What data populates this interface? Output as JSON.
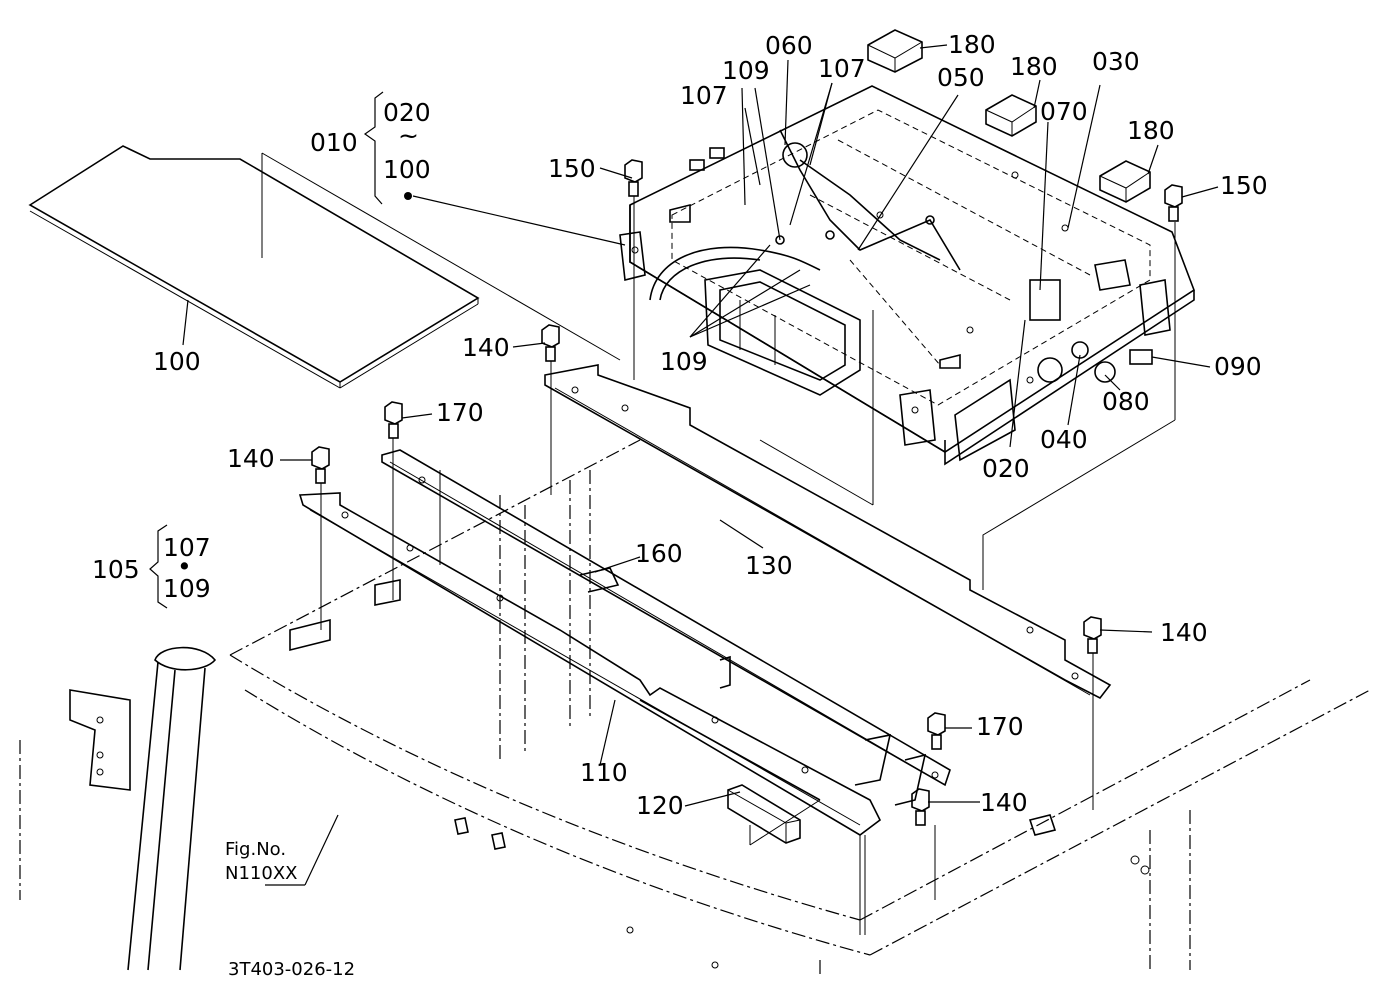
{
  "callouts": {
    "c010": "010",
    "c020a": "020",
    "tilde": "~",
    "c100a": "100",
    "c100b": "100",
    "c180a": "180",
    "c180b": "180",
    "c180c": "180",
    "c060": "060",
    "c107a": "107",
    "c107b": "107",
    "c109a": "109",
    "c109b": "109",
    "c050": "050",
    "c070": "070",
    "c030": "030",
    "c150a": "150",
    "c150b": "150",
    "c140a": "140",
    "c140b": "140",
    "c140c": "140",
    "c140d": "140",
    "c170a": "170",
    "c170b": "170",
    "c090": "090",
    "c080": "080",
    "c040": "040",
    "c020b": "020",
    "c130": "130",
    "c160": "160",
    "c105": "105",
    "c107c": "107",
    "dot": "•",
    "c109c": "109",
    "c110": "110",
    "c120": "120"
  },
  "figure_ref": {
    "line1": "Fig.No.",
    "line2": "N110XX"
  },
  "drawing_code": "3T403-026-12"
}
